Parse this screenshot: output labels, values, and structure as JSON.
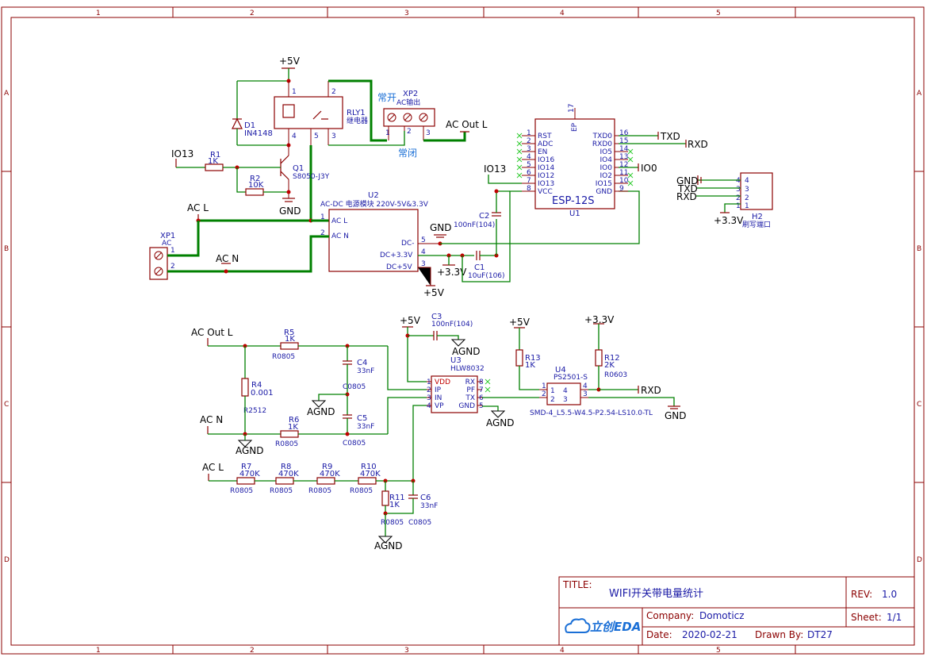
{
  "frame": {
    "col_markers": [
      "1",
      "2",
      "3",
      "4",
      "5"
    ],
    "row_markers": [
      "A",
      "B",
      "C",
      "D"
    ]
  },
  "title_block": {
    "title_label": "TITLE:",
    "title": "WIFI开关带电量统计",
    "rev_label": "REV:",
    "rev": "1.0",
    "company_label": "Company:",
    "company": "Domoticz",
    "sheet_label": "Sheet:",
    "sheet": "1/1",
    "date_label": "Date:",
    "date": "2020-02-21",
    "drawn_label": "Drawn By:",
    "drawn": "DT27",
    "logo_text": "立创EDA",
    "brand_color": "#1a6fd6"
  },
  "nets": {
    "p5v": "+5V",
    "p33v": "+3.3V",
    "gnd": "GND",
    "agnd": "AGND",
    "io13": "IO13",
    "io0": "IO0",
    "txd": "TXD",
    "rxd": "RXD",
    "ac_l": "AC L",
    "ac_n": "AC N",
    "ac_out_l": "AC Out L"
  },
  "components": {
    "d1": {
      "ref": "D1",
      "value": "IN4148"
    },
    "rly1": {
      "ref": "RLY1",
      "value": "继电器",
      "pin1": "1",
      "pin2": "2",
      "pin3": "3",
      "pin4": "4",
      "pin5": "5"
    },
    "xp2": {
      "ref": "XP2",
      "value": "AC输出",
      "no": "常开",
      "nc": "常闭",
      "pin1": "1",
      "pin2": "2",
      "pin3": "3"
    },
    "r1": {
      "ref": "R1",
      "value": "1K"
    },
    "r2": {
      "ref": "R2",
      "value": "10K"
    },
    "q1": {
      "ref": "Q1",
      "value": "S8050-J3Y"
    },
    "u2": {
      "ref": "U2",
      "value": "AC-DC 电源模块 220V-5V&3.3V",
      "acl": "AC L",
      "acn": "AC N",
      "dcm": "DC-",
      "dc33": "DC+3.3V",
      "dc5": "DC+5V",
      "p1": "1",
      "p2": "2",
      "p3": "3",
      "p4": "4",
      "p5": "5"
    },
    "xp1": {
      "ref": "XP1",
      "value": "AC",
      "pin1": "1",
      "pin2": "2"
    },
    "u1": {
      "ref": "U1",
      "value": "ESP-12S",
      "ep": "EP",
      "ep_pin": "17",
      "left_pins": [
        {
          "num": "1",
          "name": "RST"
        },
        {
          "num": "2",
          "name": "ADC"
        },
        {
          "num": "3",
          "name": "EN"
        },
        {
          "num": "4",
          "name": "IO16"
        },
        {
          "num": "5",
          "name": "IO14"
        },
        {
          "num": "6",
          "name": "IO12"
        },
        {
          "num": "7",
          "name": "IO13"
        },
        {
          "num": "8",
          "name": "VCC"
        }
      ],
      "right_pins": [
        {
          "num": "16",
          "name": "TXD0"
        },
        {
          "num": "15",
          "name": "RXD0"
        },
        {
          "num": "14",
          "name": "IO5"
        },
        {
          "num": "13",
          "name": "IO4"
        },
        {
          "num": "12",
          "name": "IO0"
        },
        {
          "num": "11",
          "name": "IO2"
        },
        {
          "num": "10",
          "name": "IO15"
        },
        {
          "num": "9",
          "name": "GND"
        }
      ]
    },
    "c2": {
      "ref": "C2",
      "value": "100nF(104)"
    },
    "c1": {
      "ref": "C1",
      "value": "10uF(106)"
    },
    "h2": {
      "ref": "H2",
      "value": "刷写端口",
      "pins": [
        "4",
        "3",
        "2",
        "1"
      ]
    },
    "r5": {
      "ref": "R5",
      "value": "1K",
      "pkg": "R0805"
    },
    "r4": {
      "ref": "R4",
      "value": "0.001",
      "pkg": "R2512"
    },
    "r6": {
      "ref": "R6",
      "value": "1K",
      "pkg": "R0805"
    },
    "c4": {
      "ref": "C4",
      "value": "33nF",
      "pkg": "C0805"
    },
    "c5": {
      "ref": "C5",
      "value": "33nF",
      "pkg": "C0805"
    },
    "c3": {
      "ref": "C3",
      "value": "100nF(104)"
    },
    "u3": {
      "ref": "U3",
      "value": "HLW8032",
      "left_pins": [
        {
          "num": "1",
          "name": "VDD"
        },
        {
          "num": "2",
          "name": "IP"
        },
        {
          "num": "3",
          "name": "IN"
        },
        {
          "num": "4",
          "name": "VP"
        }
      ],
      "right_pins": [
        {
          "num": "8",
          "name": "RX"
        },
        {
          "num": "7",
          "name": "PF"
        },
        {
          "num": "6",
          "name": "TX"
        },
        {
          "num": "5",
          "name": "GND"
        }
      ]
    },
    "r13": {
      "ref": "R13",
      "value": "1K"
    },
    "r12": {
      "ref": "R12",
      "value": "2K",
      "pkg": "R0603"
    },
    "u4": {
      "ref": "U4",
      "value": "PS2501-S",
      "pkg": "SMD-4_L5.5-W4.5-P2.54-LS10.0-TL",
      "p1": "1",
      "p2": "2",
      "p3": "3",
      "p4": "4"
    },
    "r7": {
      "ref": "R7",
      "value": "470K",
      "pkg": "R0805"
    },
    "r8": {
      "ref": "R8",
      "value": "470K",
      "pkg": "R0805"
    },
    "r9": {
      "ref": "R9",
      "value": "470K",
      "pkg": "R0805"
    },
    "r10": {
      "ref": "R10",
      "value": "470K",
      "pkg": "R0805"
    },
    "r11": {
      "ref": "R11",
      "value": "1K",
      "pkg": "R0805"
    },
    "c6": {
      "ref": "C6",
      "value": "33nF",
      "pkg": "C0805"
    }
  }
}
